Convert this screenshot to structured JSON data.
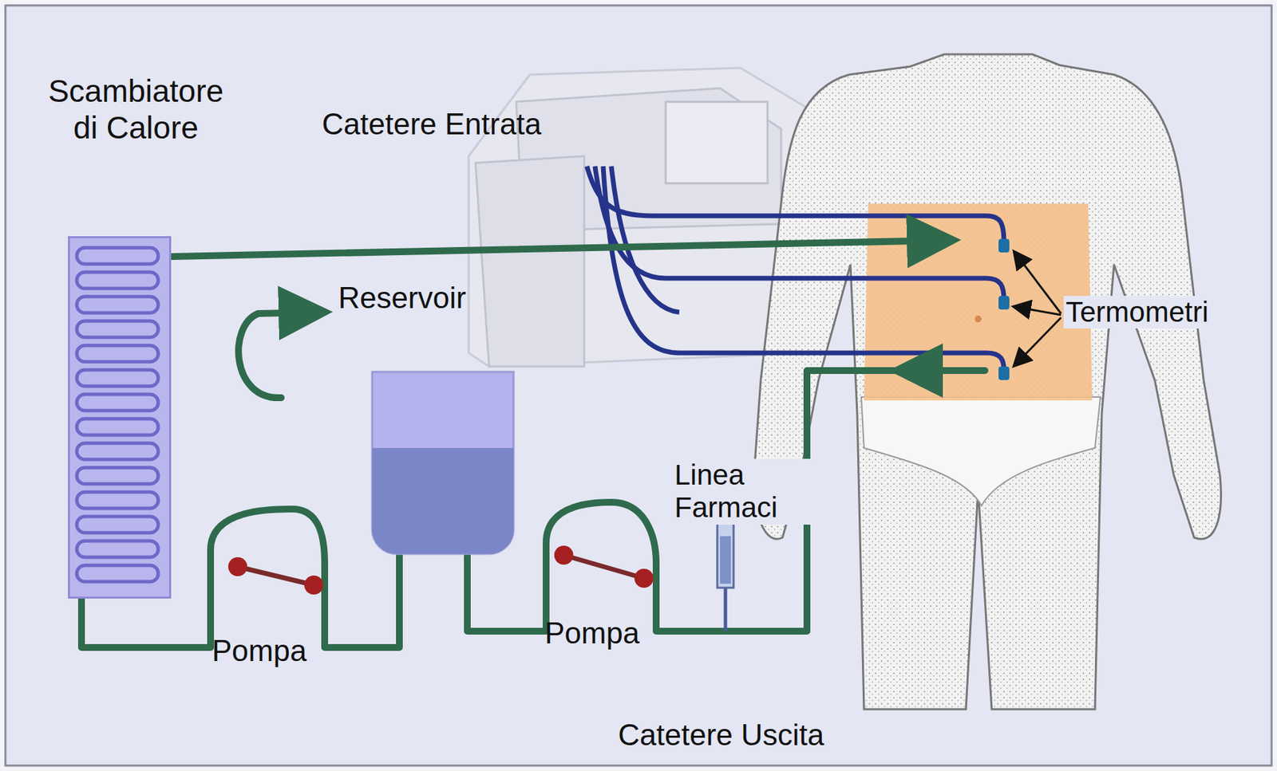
{
  "diagram": {
    "nodes": [
      {
        "text": [
          "Scambiatore di Calore"
        ]
      }
    ],
    "labels": [
      "Catetere Entrata",
      "Reservoir",
      "Termometri",
      "Linea Farmaci",
      "Pompa",
      "Pompa",
      "Catetere Uscita"
    ]
  }
}
